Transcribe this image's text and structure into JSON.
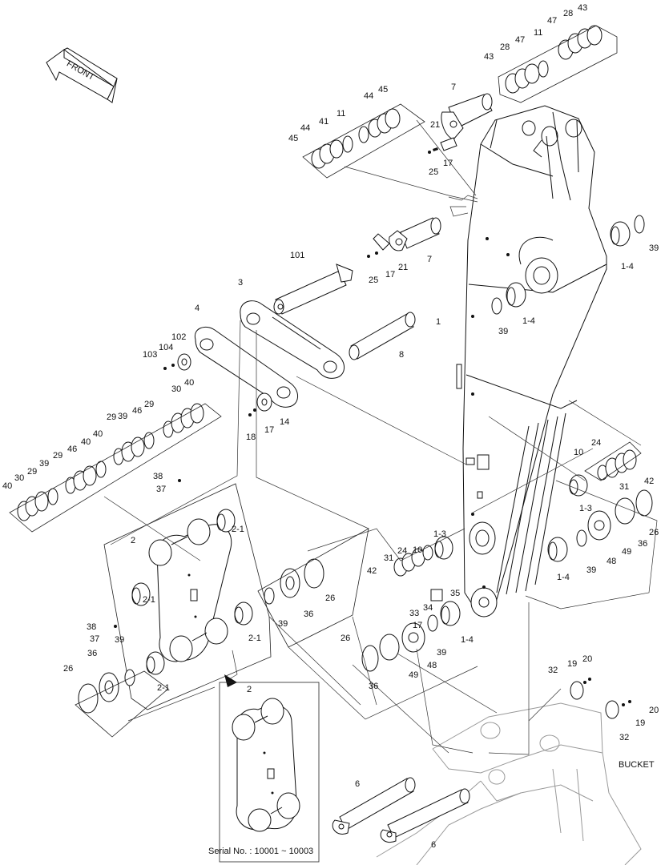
{
  "front_label": "FRONT",
  "bucket_label": "BUCKET",
  "inset": {
    "part_label": "2",
    "serial": "Serial No. : 10001 ~ 10003"
  },
  "part_labels": [
    "43",
    "28",
    "47",
    "11",
    "28",
    "47",
    "43",
    "7",
    "45",
    "44",
    "41",
    "11",
    "44",
    "45",
    "21",
    "17",
    "25",
    "101",
    "3",
    "7",
    "21",
    "17",
    "25",
    "39",
    "1-4",
    "39",
    "1-4",
    "1",
    "4",
    "102",
    "104",
    "103",
    "8",
    "17",
    "14",
    "18",
    "40",
    "30",
    "29",
    "46",
    "29",
    "40",
    "39",
    "29",
    "46",
    "40",
    "39",
    "29",
    "30",
    "40",
    "38",
    "37",
    "2",
    "2-1",
    "2-1",
    "2-1",
    "2-1",
    "26",
    "36",
    "39",
    "38",
    "37",
    "39",
    "36",
    "26",
    "24",
    "10",
    "31",
    "42",
    "1-3",
    "26",
    "36",
    "49",
    "48",
    "39",
    "1-4",
    "1-3",
    "10",
    "24",
    "31",
    "42",
    "35",
    "34",
    "33",
    "17",
    "26",
    "36",
    "49",
    "48",
    "39",
    "1-4",
    "32",
    "19",
    "20",
    "32",
    "19",
    "20",
    "6",
    "6"
  ],
  "colors": {
    "line": "#111111",
    "bucket_outline": "#999999",
    "background": "#ffffff"
  }
}
